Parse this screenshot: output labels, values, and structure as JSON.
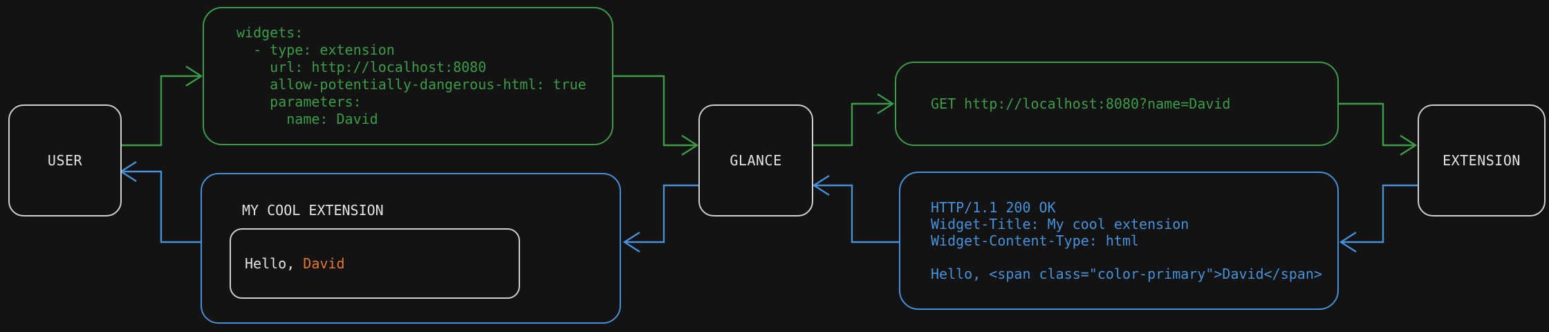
{
  "diagram": {
    "background": "#131313",
    "colors": {
      "request_flow_green": "#3d9c48",
      "response_flow_blue": "#4791d9",
      "node_border_gray": "#cfcfcf",
      "text_gray": "#e3e3e3",
      "accent_orange": "#e6772e"
    },
    "nodes": {
      "user": {
        "label": "USER"
      },
      "glance": {
        "label": "GLANCE"
      },
      "extension": {
        "label": "EXTENSION"
      }
    },
    "config_box": {
      "lines": [
        "widgets:",
        "  - type: extension",
        "    url: http://localhost:8080",
        "    allow-potentially-dangerous-html: true",
        "    parameters:",
        "      name: David"
      ]
    },
    "request_box": {
      "text": "GET http://localhost:8080?name=David"
    },
    "response_box": {
      "lines": [
        "HTTP/1.1 200 OK",
        "Widget-Title: My cool extension",
        "Widget-Content-Type: html",
        "",
        "Hello, <span class=\"color-primary\">David</span>"
      ]
    },
    "widget_box": {
      "title": "MY COOL EXTENSION",
      "greeting_prefix": "Hello, ",
      "greeting_name": "David"
    }
  }
}
